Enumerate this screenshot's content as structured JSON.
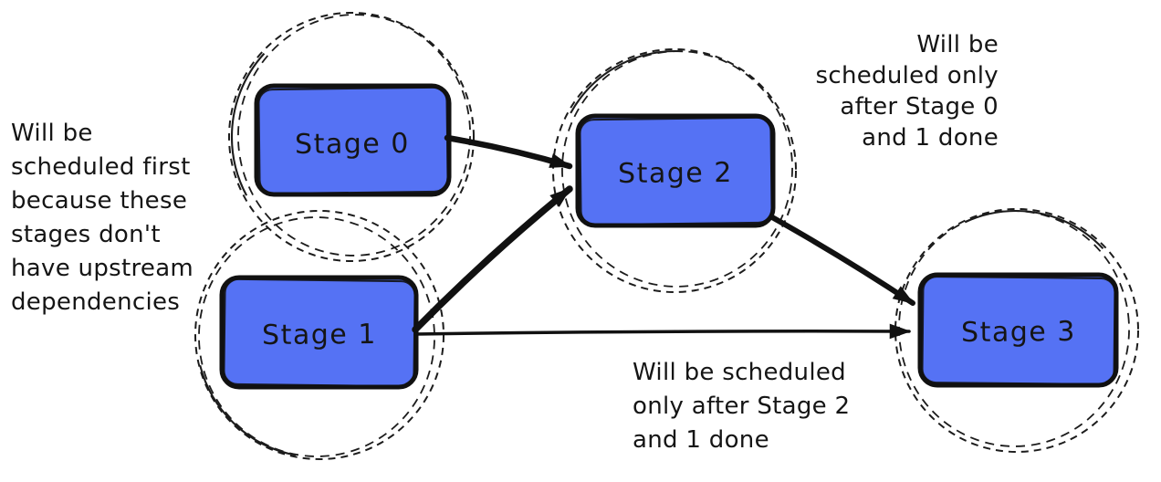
{
  "diagram": {
    "stages": [
      {
        "id": "stage-0",
        "label": "Stage 0"
      },
      {
        "id": "stage-1",
        "label": "Stage 1"
      },
      {
        "id": "stage-2",
        "label": "Stage 2"
      },
      {
        "id": "stage-3",
        "label": "Stage 3"
      }
    ],
    "edges": [
      {
        "from": "Stage 0",
        "to": "Stage 2"
      },
      {
        "from": "Stage 1",
        "to": "Stage 2"
      },
      {
        "from": "Stage 1",
        "to": "Stage 3"
      },
      {
        "from": "Stage 2",
        "to": "Stage 3"
      }
    ],
    "annotations": {
      "left": {
        "lines": [
          "Will be",
          "scheduled first",
          "because these",
          "stages don't",
          "have upstream",
          "dependencies"
        ]
      },
      "top_right": {
        "lines": [
          "Will be",
          "scheduled only",
          "after Stage 0",
          "and 1 done"
        ]
      },
      "bottom": {
        "lines": [
          "Will be scheduled",
          "only after Stage 2",
          "and 1 done"
        ]
      }
    },
    "colors": {
      "node_fill": "#5572f4",
      "ink": "#111111"
    }
  }
}
